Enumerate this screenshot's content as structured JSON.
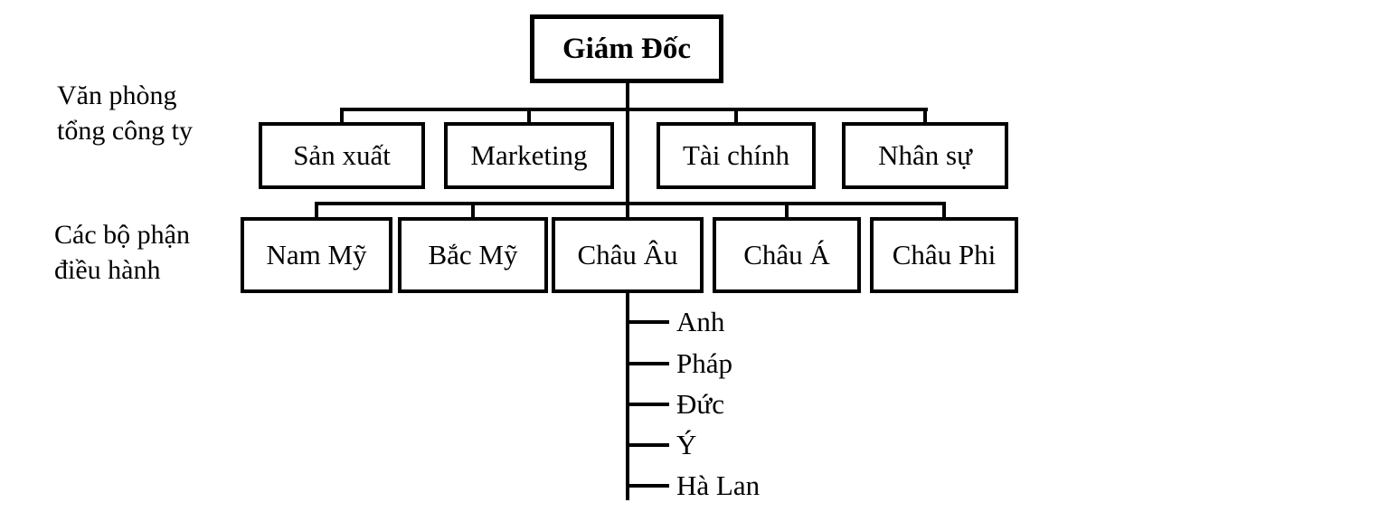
{
  "org_chart": {
    "root": {
      "label": "Giám Đốc"
    },
    "side_labels": [
      {
        "lines": [
          "Văn phòng",
          "tổng công ty"
        ]
      },
      {
        "lines": [
          "Các bộ phận",
          "điều hành"
        ]
      }
    ],
    "departments": [
      {
        "label": "Sản xuất"
      },
      {
        "label": "Marketing"
      },
      {
        "label": "Tài chính"
      },
      {
        "label": "Nhân sự"
      }
    ],
    "regions": [
      {
        "label": "Nam Mỹ"
      },
      {
        "label": "Bắc Mỹ"
      },
      {
        "label": "Châu Âu"
      },
      {
        "label": "Châu Á"
      },
      {
        "label": "Châu Phi"
      }
    ],
    "europe_countries": [
      {
        "label": "Anh"
      },
      {
        "label": "Pháp"
      },
      {
        "label": "Đức"
      },
      {
        "label": "Ý"
      },
      {
        "label": "Hà Lan"
      }
    ],
    "colors": {
      "line": "#000000",
      "text": "#000000",
      "box_background": "#ffffff",
      "page_background": "#ffffff"
    }
  }
}
